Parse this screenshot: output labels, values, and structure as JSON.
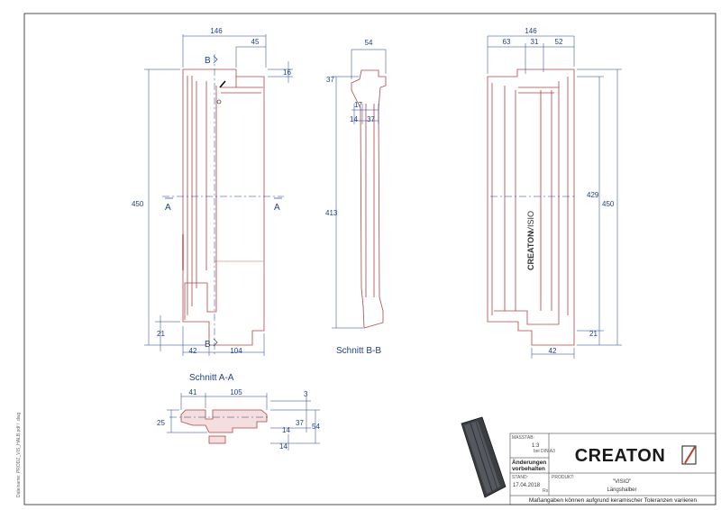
{
  "side_text": "Dateiname: PRODZ_VIS_HALB.pdf / .dwg",
  "front_view": {
    "dims": {
      "overall_width": "146",
      "top_right": "45",
      "top_offset": "16",
      "height": "450",
      "bottom_left": "21",
      "bottom_width_left": "42",
      "bottom_width_right": "104"
    },
    "section_mark_b": "B",
    "section_mark_a": "A"
  },
  "section_bb": {
    "title": "Schnitt B-B",
    "dims": {
      "top_width": "54",
      "top_left": "37",
      "d17": "17",
      "d14": "14",
      "d37": "37",
      "height": "413"
    }
  },
  "back_view": {
    "dims": {
      "overall_width": "146",
      "w63": "63",
      "w31": "31",
      "w52": "52",
      "h429": "429",
      "h450": "450",
      "bottom_right": "21",
      "bottom_width": "42"
    },
    "brand_text": "CREATON",
    "product_text": "VISIO"
  },
  "section_aa": {
    "title": "Schnitt A-A",
    "dims": {
      "w41": "41",
      "w105": "105",
      "d3": "3",
      "h25": "25",
      "d14a": "14",
      "d37": "37",
      "d54": "54",
      "d14b": "14"
    }
  },
  "title_block": {
    "massstab_label": "MASSTAB:",
    "massstab_value": "1:3",
    "massstab_note": "bei DIN A3",
    "changes_line1": "Änderungen",
    "changes_line2": "vorbehalten",
    "stand_label": "STAND:",
    "stand_value": "17.04.2018",
    "stand_code": "Rs",
    "produkt_label": "PRODUKT:",
    "produkt_value": "\"VISIO\"",
    "produkt_sub": "Längshalber",
    "logo_text": "CREATON",
    "footer": "Maßangaben können aufgrund keramischer Toleranzen variieren"
  },
  "colors": {
    "drawing_line": "#b04545",
    "dimension": "#1d3f8f",
    "frame": "#222222"
  }
}
